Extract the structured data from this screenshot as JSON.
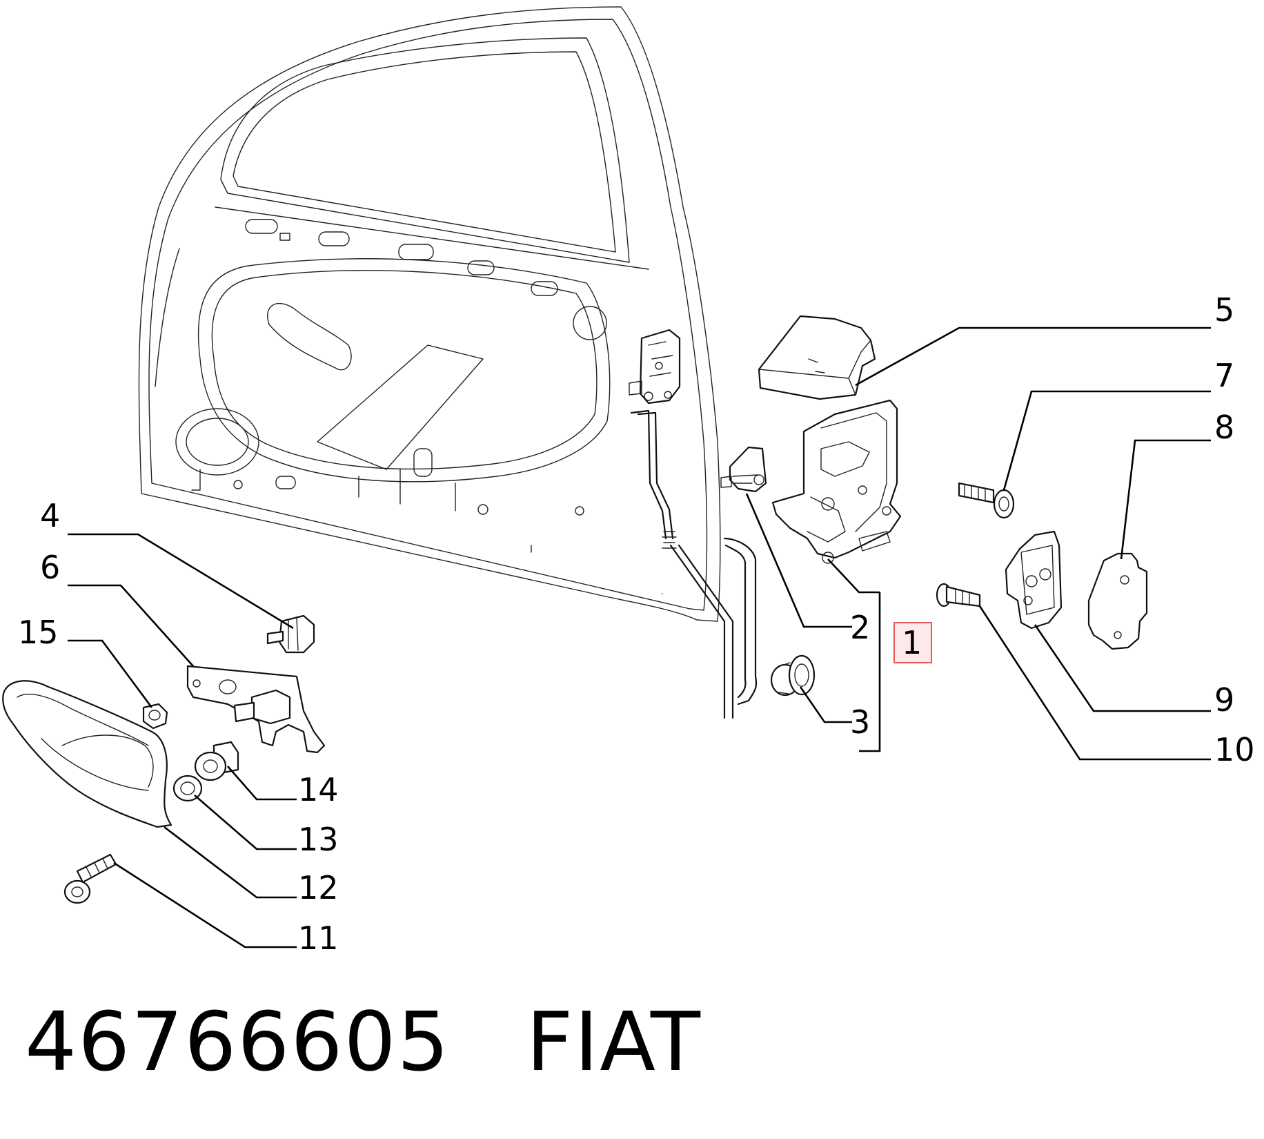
{
  "part_number": "46766605",
  "brand": "FIAT",
  "highlight_color": "#e05a5a",
  "callouts": {
    "n1": "1",
    "n2": "2",
    "n3": "3",
    "n4": "4",
    "n5": "5",
    "n6": "6",
    "n7": "7",
    "n8": "8",
    "n9": "9",
    "n10": "10",
    "n11": "11",
    "n12": "12",
    "n13": "13",
    "n14": "14",
    "n15": "15"
  }
}
